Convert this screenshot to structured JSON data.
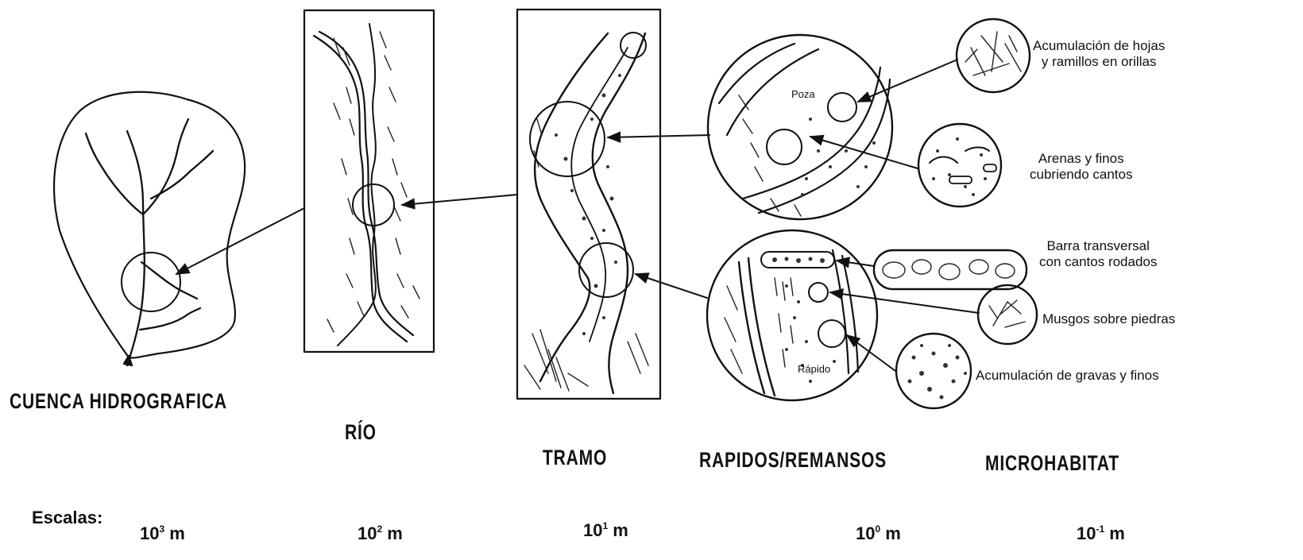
{
  "levels": {
    "cuenca": "CUENCA HIDROGRAFICA",
    "rio": "RÍO",
    "tramo": "TRAMO",
    "rapidos": "RAPIDOS/REMANSOS",
    "micro": "MICROHABITAT"
  },
  "pool_labels": {
    "poza": "Poza",
    "rapido": "Rápido"
  },
  "microhabitats": {
    "hojas": [
      "Acumulación de hojas",
      "y ramillos en orillas"
    ],
    "arenas": [
      "Arenas y finos",
      "cubriendo cantos"
    ],
    "barra": [
      "Barra transversal",
      "con cantos rodados"
    ],
    "musgos": "Musgos sobre piedras",
    "gravas": "Acumulación de gravas y finos"
  },
  "scales": {
    "title": "Escalas:",
    "unit": "m",
    "items": [
      {
        "base": "10",
        "exp": "3"
      },
      {
        "base": "10",
        "exp": "2"
      },
      {
        "base": "10",
        "exp": "1"
      },
      {
        "base": "10",
        "exp": "0"
      },
      {
        "base": "10",
        "exp": "-1"
      }
    ]
  }
}
